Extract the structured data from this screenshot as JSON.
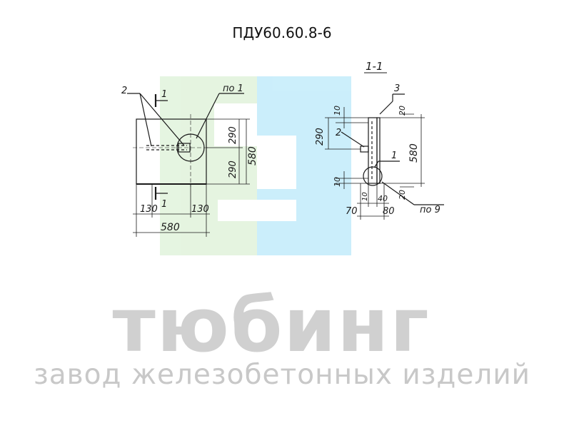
{
  "title": "ПДУ60.60.8-6",
  "watermark": {
    "brand": "тюбинг",
    "tagline": "завод железобетонных изделий",
    "colors": {
      "green": "#e2f3de",
      "blue": "#c7eefb",
      "text": "#cfcfcf"
    }
  },
  "plan_view": {
    "leader_labels": {
      "part2": "2",
      "po1": "по 1"
    },
    "section_mark": "1",
    "dims": {
      "half_top": "290",
      "half_bottom": "290",
      "total_height": "580",
      "total_width": "580",
      "left_offset": "130",
      "right_offset": "130"
    }
  },
  "section_view": {
    "section_label": "1-1",
    "leader_labels": {
      "part3": "3",
      "part2": "2",
      "part1": "1",
      "po9": "по 9"
    },
    "dims": {
      "top_small": "10",
      "height_half": "290",
      "bottom_small": "10",
      "right_top": "20",
      "right_total": "580",
      "right_bottom": "20",
      "bottom_left": "70",
      "bottom_a": "10",
      "bottom_b": "40",
      "bottom_total": "80"
    }
  }
}
